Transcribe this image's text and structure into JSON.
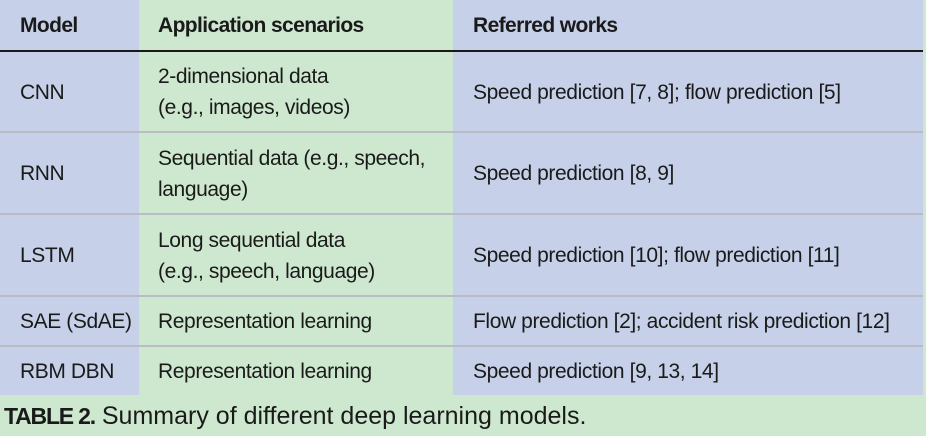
{
  "table": {
    "headers": [
      "Model",
      "Application scenarios",
      "Referred works"
    ],
    "rows": [
      {
        "model": "CNN",
        "app1": "2-dimensional data",
        "app2": "(e.g., images, videos)",
        "ref": "Speed prediction [7, 8]; flow prediction [5]"
      },
      {
        "model": "RNN",
        "app1": "Sequential data (e.g., speech,",
        "app2": "language)",
        "ref": "Speed prediction [8, 9]"
      },
      {
        "model": "LSTM",
        "app1": "Long sequential data",
        "app2": "(e.g., speech, language)",
        "ref": "Speed prediction [10]; flow prediction [11]"
      },
      {
        "model": "SAE (SdAE)",
        "app1": "Representation learning",
        "app2": "",
        "ref": "Flow prediction [2]; accident risk prediction [12]"
      },
      {
        "model": "RBM DBN",
        "app1": "Representation learning",
        "app2": "",
        "ref": "Speed prediction [9, 13, 14]"
      }
    ]
  },
  "caption": {
    "label": "TABLE 2.",
    "text": " Summary of different deep learning models."
  },
  "colors": {
    "blue_column": "#c6d0e8",
    "green_column": "#cde8cf"
  }
}
